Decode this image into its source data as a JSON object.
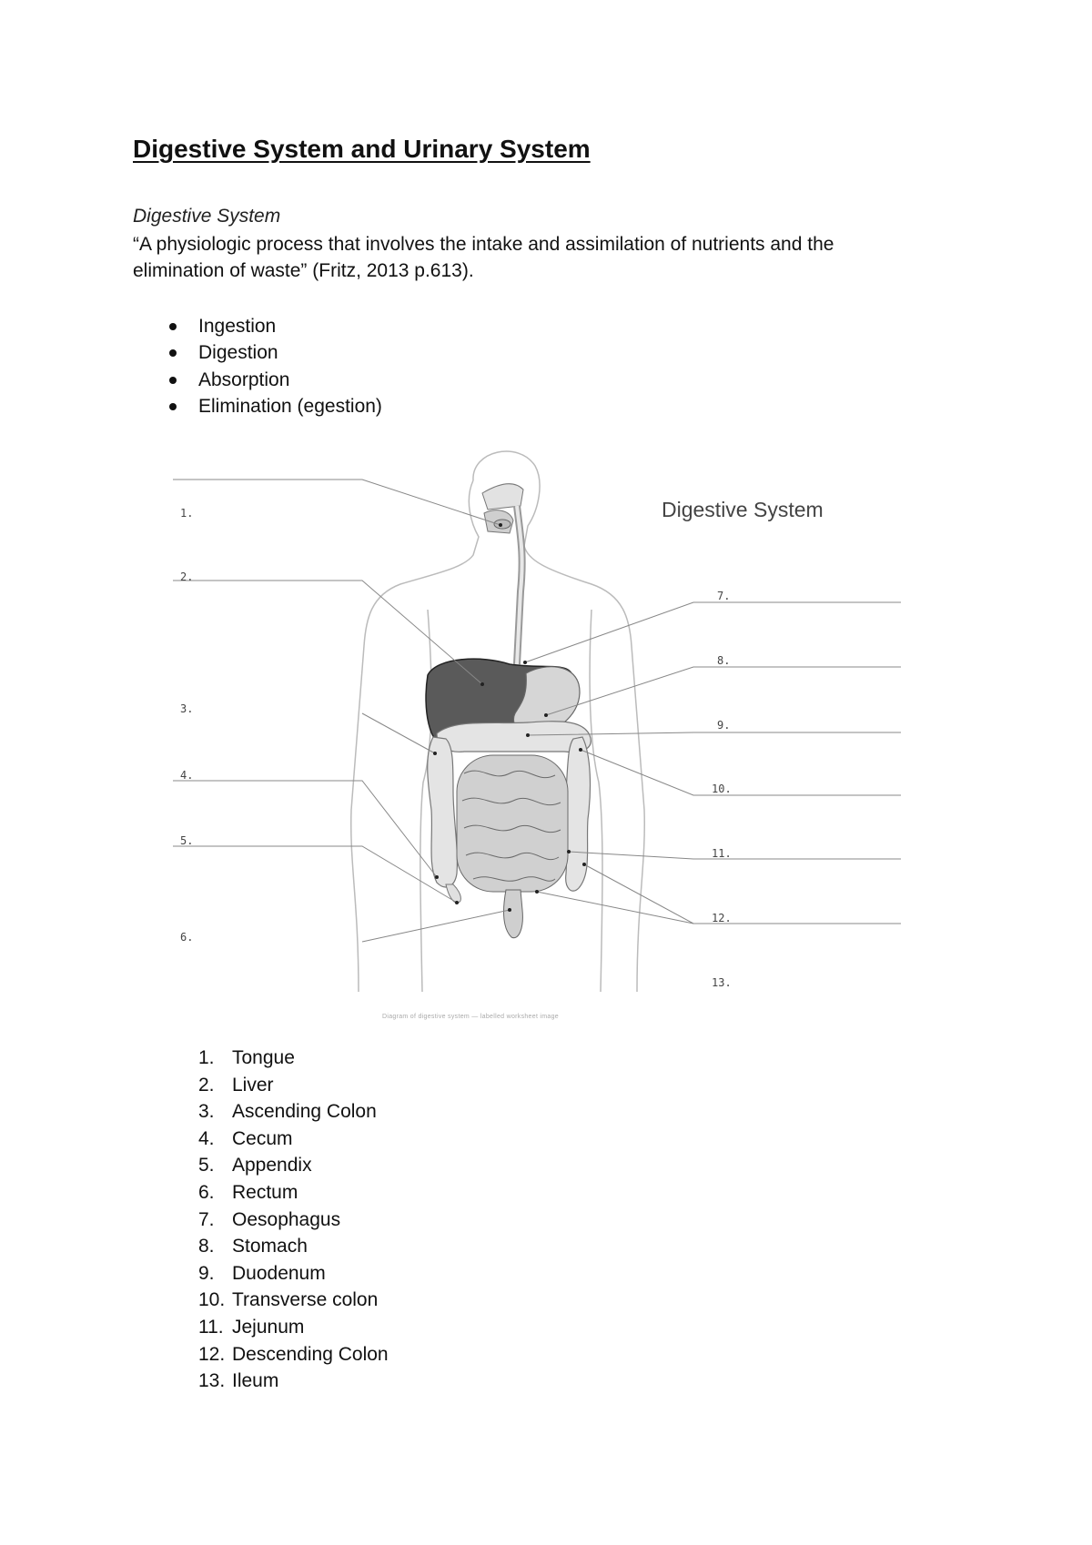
{
  "document": {
    "title": "Digestive System and Urinary System",
    "section_heading": "Digestive System",
    "definition": "“A physiologic process that involves the intake and assimilation of nutrients and the elimination of waste” (Fritz, 2013 p.613).",
    "bullets": [
      "Ingestion",
      "Digestion",
      "Absorption",
      "Elimination (egestion)"
    ]
  },
  "diagram": {
    "title": "Digestive System",
    "markers": [
      "1.",
      "2.",
      "3.",
      "4.",
      "5.",
      "6.",
      "7.",
      "8.",
      "9.",
      "10.",
      "11.",
      "12.",
      "13."
    ],
    "credit": "Diagram of digestive system — labelled worksheet image"
  },
  "organ_list": [
    {
      "num": "1.",
      "label": "Tongue"
    },
    {
      "num": "2.",
      "label": "Liver"
    },
    {
      "num": "3.",
      "label": "Ascending Colon"
    },
    {
      "num": "4.",
      "label": "Cecum"
    },
    {
      "num": "5.",
      "label": "Appendix"
    },
    {
      "num": "6.",
      "label": "Rectum"
    },
    {
      "num": "7.",
      "label": "Oesophagus"
    },
    {
      "num": "8.",
      "label": "Stomach"
    },
    {
      "num": "9.",
      "label": "Duodenum"
    },
    {
      "num": "10.",
      "label": "Transverse colon"
    },
    {
      "num": "11.",
      "label": "Jejunum"
    },
    {
      "num": "12.",
      "label": "Descending Colon"
    },
    {
      "num": "13.",
      "label": "Ileum"
    }
  ]
}
